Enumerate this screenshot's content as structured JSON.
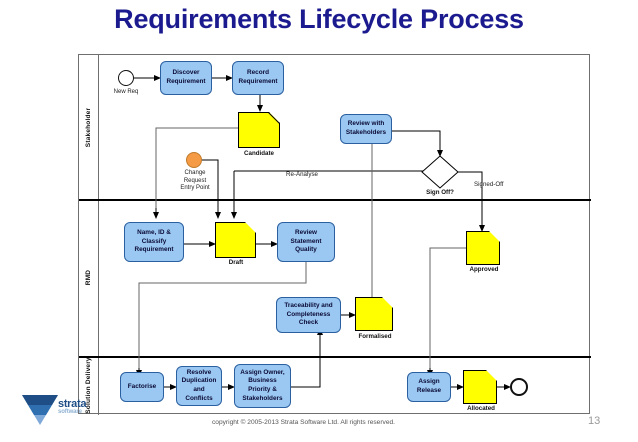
{
  "slide": {
    "title": "Requirements Lifecycle Process",
    "page_number": "13",
    "copyright": "copyright © 2005-2013 Strata Software Ltd. All rights reserved.",
    "title_color": "#1b1b8f"
  },
  "logo": {
    "name": "strata-software-logo",
    "wordmark": "strata",
    "subword": "software",
    "triangle_colors": [
      "#1f4e86",
      "#2f6fb0",
      "#7fa9d8"
    ]
  },
  "palette": {
    "task_fill": "#9ac8f2",
    "task_stroke": "#2a5fa0",
    "doc_fill": "#ffff00",
    "doc_stroke": "#000000",
    "intermediate_event_fill": "#f59a45",
    "lane_border": "#6f6f6f",
    "connector": "#000000"
  },
  "diagram": {
    "type": "bpmn-swimlane",
    "lanes": [
      {
        "id": "stakeholder",
        "label": "Stakeholder"
      },
      {
        "id": "rmd",
        "label": "RMD"
      },
      {
        "id": "solution_delivery",
        "label": "Solution Delivery"
      }
    ],
    "nodes": [
      {
        "id": "new_req",
        "lane": "stakeholder",
        "shape": "start-event",
        "label": "New Req"
      },
      {
        "id": "discover_req",
        "lane": "stakeholder",
        "shape": "task",
        "label": "Discover Requirement"
      },
      {
        "id": "record_req",
        "lane": "stakeholder",
        "shape": "task",
        "label": "Record Requirement"
      },
      {
        "id": "candidate",
        "lane": "stakeholder",
        "shape": "data-object",
        "label": "Candidate"
      },
      {
        "id": "change_request",
        "lane": "stakeholder",
        "shape": "intermediate-event",
        "label": "Change Request Entry Point"
      },
      {
        "id": "review_stake",
        "lane": "stakeholder",
        "shape": "task",
        "label": "Review with Stakeholders"
      },
      {
        "id": "sign_off",
        "lane": "stakeholder",
        "shape": "gateway",
        "label": "Sign Off?"
      },
      {
        "id": "name_id_classify",
        "lane": "rmd",
        "shape": "task",
        "label": "Name, ID & Classify Requirement"
      },
      {
        "id": "draft",
        "lane": "rmd",
        "shape": "data-object",
        "label": "Draft"
      },
      {
        "id": "review_quality",
        "lane": "rmd",
        "shape": "task",
        "label": "Review Statement Quality"
      },
      {
        "id": "traceability",
        "lane": "rmd",
        "shape": "task",
        "label": "Traceability and Completeness Check"
      },
      {
        "id": "formalised",
        "lane": "rmd",
        "shape": "data-object",
        "label": "Formalised"
      },
      {
        "id": "approved",
        "lane": "rmd",
        "shape": "data-object",
        "label": "Approved"
      },
      {
        "id": "factorise",
        "lane": "solution_delivery",
        "shape": "task",
        "label": "Factorise"
      },
      {
        "id": "resolve_dup",
        "lane": "solution_delivery",
        "shape": "task",
        "label": "Resolve Duplication and Conflicts"
      },
      {
        "id": "assign_owner",
        "lane": "solution_delivery",
        "shape": "task",
        "label": "Assign Owner, Business Priority & Stakeholders"
      },
      {
        "id": "assign_release",
        "lane": "solution_delivery",
        "shape": "task",
        "label": "Assign Release"
      },
      {
        "id": "allocated",
        "lane": "solution_delivery",
        "shape": "data-object",
        "label": "Allocated"
      },
      {
        "id": "end_event",
        "lane": "solution_delivery",
        "shape": "end-event",
        "label": ""
      }
    ],
    "flow_labels": [
      {
        "id": "re_analyse",
        "label": "Re-Analyse"
      },
      {
        "id": "signed_off",
        "label": "Signed-Off"
      }
    ]
  }
}
